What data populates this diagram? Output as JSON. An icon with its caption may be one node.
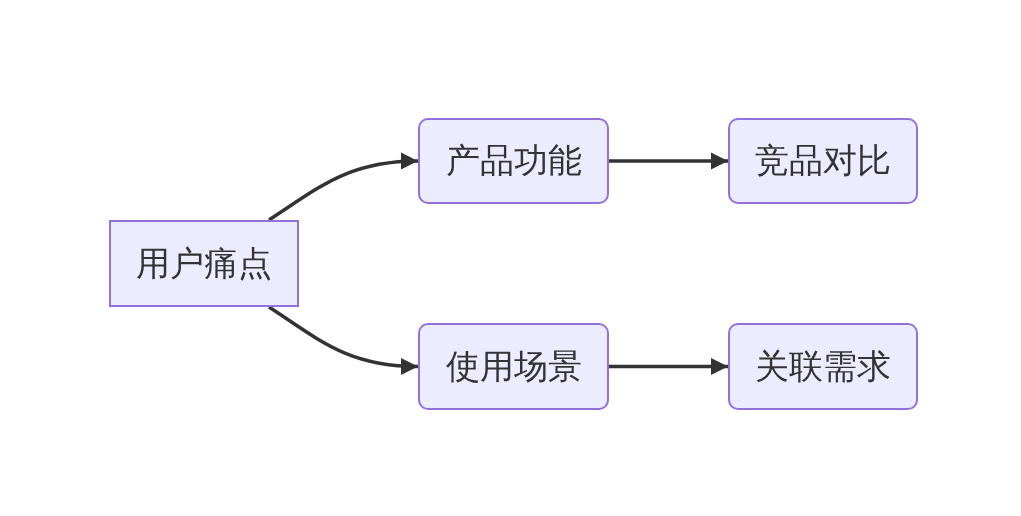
{
  "diagram": {
    "nodes": [
      {
        "text": [
          "用户痛点"
        ]
      },
      {
        "text": [
          "产品功能"
        ]
      },
      {
        "text": [
          "竞品对比"
        ]
      },
      {
        "text": [
          "使用场景"
        ]
      },
      {
        "text": [
          "关联需求"
        ]
      }
    ],
    "edges": [
      {
        "from": 0,
        "to": 1,
        "arrow": "to"
      },
      {
        "from": 1,
        "to": 2,
        "arrow": "to"
      },
      {
        "from": 0,
        "to": 3,
        "arrow": "to"
      },
      {
        "from": 3,
        "to": 4,
        "arrow": "to"
      }
    ]
  }
}
